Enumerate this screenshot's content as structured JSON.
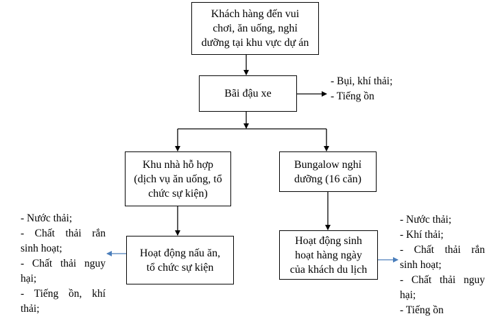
{
  "diagram": {
    "nodes": {
      "start": {
        "lines": [
          "Khách hàng đến vui",
          "chơi, ăn uống, nghỉ",
          "dưỡng tại khu vực dự án"
        ]
      },
      "parking": {
        "lines": [
          "Bãi đậu xe"
        ]
      },
      "complex": {
        "lines": [
          "Khu nhà hỗ hợp",
          "(dịch vụ ăn uống, tổ",
          "chức sự kiện)"
        ]
      },
      "bungalow": {
        "lines": [
          "Bungalow nghỉ",
          "dưỡng (16 căn)"
        ]
      },
      "cooking": {
        "lines": [
          "Hoạt động nấu ăn,",
          "tổ chức sự kiện"
        ]
      },
      "daily": {
        "lines": [
          "Hoạt động sinh",
          "hoạt hàng ngày",
          "của khách du lịch"
        ]
      }
    },
    "outputs": {
      "parking": [
        "- Bụi, khí thải;",
        "- Tiếng ồn"
      ],
      "cooking": [
        "- Nước thải;",
        "- Chất thải rắn",
        "sinh hoạt;",
        "- Chất thải nguy",
        "hại;",
        "- Tiếng ồn, khí",
        "thải;"
      ],
      "daily": [
        "- Nước thải;",
        "- Khí thải;",
        "- Chất thải rắn",
        "sinh hoạt;",
        "- Chất thải nguy",
        "hại;",
        "- Tiếng ồn"
      ]
    },
    "edges": [
      {
        "from": "start",
        "to": "parking"
      },
      {
        "from": "parking",
        "to": "complex"
      },
      {
        "from": "parking",
        "to": "bungalow"
      },
      {
        "from": "complex",
        "to": "cooking"
      },
      {
        "from": "bungalow",
        "to": "daily"
      },
      {
        "from": "parking",
        "to": "parking-output"
      },
      {
        "from": "cooking",
        "to": "cooking-output"
      },
      {
        "from": "daily",
        "to": "daily-output"
      }
    ],
    "colors": {
      "line": "#000000",
      "output_arrow": "#4a7ebb"
    }
  }
}
